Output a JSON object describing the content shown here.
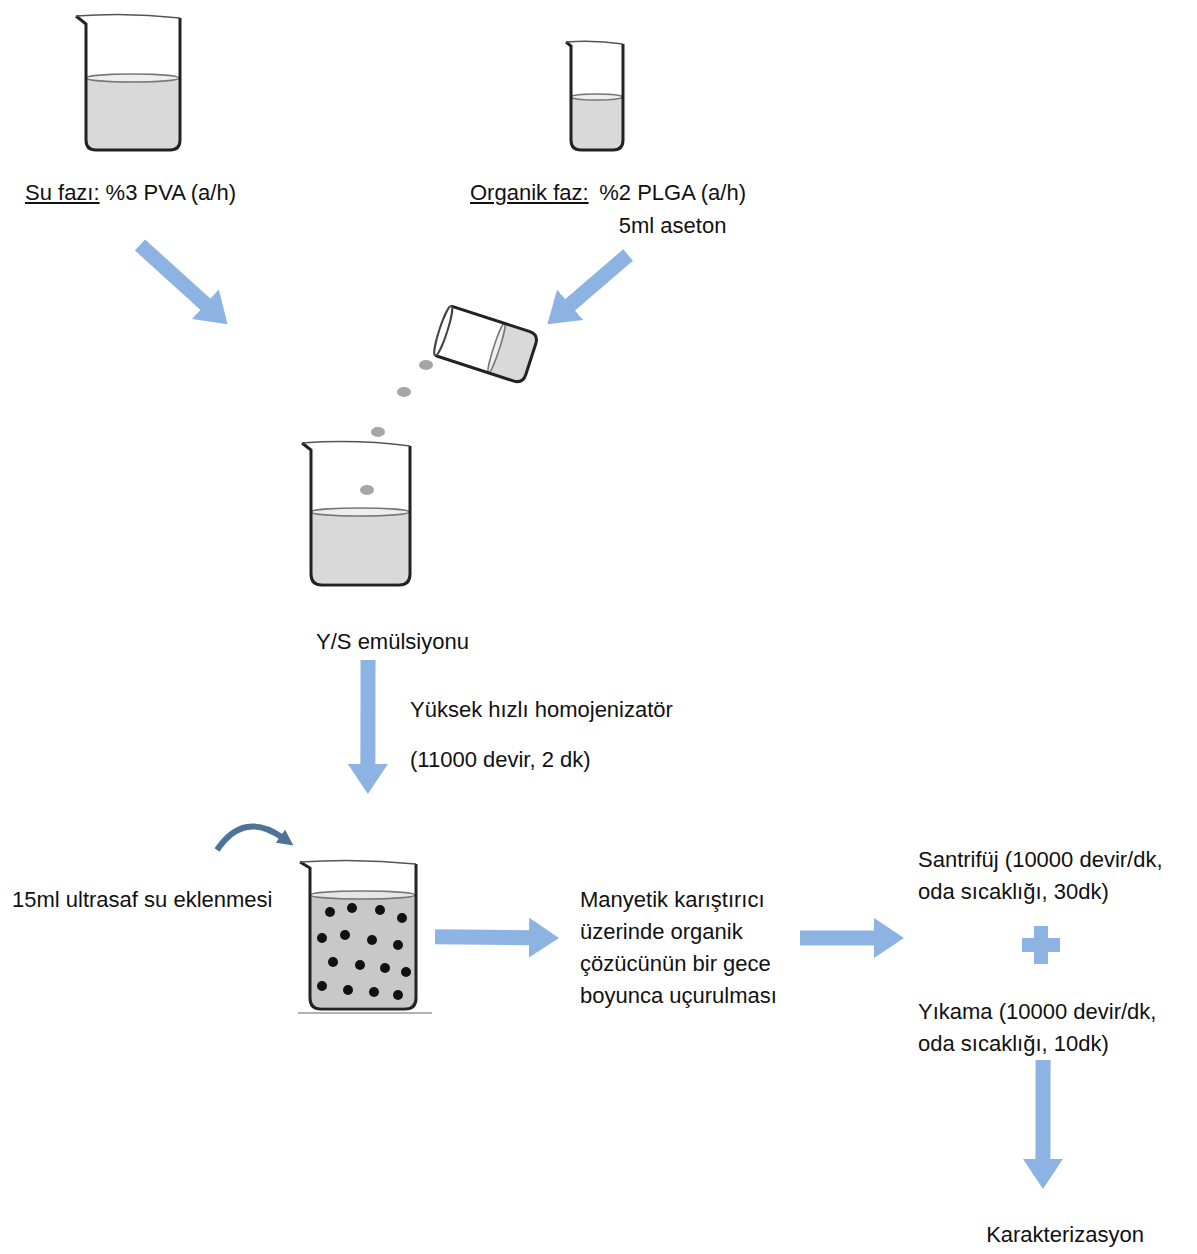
{
  "diagram": {
    "nodes": [
      {
        "text": [
          "Su fazı:",
          "%3 PVA (a/h)"
        ]
      },
      {
        "text": [
          "Organik faz:",
          "%2 PLGA (a/h) 5ml aseton"
        ]
      },
      {
        "text": [
          "Y/S emülsiyonu"
        ]
      },
      {
        "text": [
          "15ml ultrasaf su eklenmesi"
        ]
      },
      {
        "text": [
          "Manyetik karıştırıcı üzerinde organik çözücünün bir gece boyunca uçurulması"
        ]
      },
      {
        "text": [
          "Santrifüj (10000 devir/dk, oda sıcaklığı, 30dk)",
          "Yıkama (10000 devir/dk, oda sıcaklığı, 10dk)"
        ]
      },
      {
        "text": [
          "Karakterizasyon"
        ]
      }
    ],
    "edges": [
      {
        "from": 0,
        "to": 2,
        "arrow": "to"
      },
      {
        "from": 1,
        "to": 2,
        "arrow": "to"
      },
      {
        "from": 2,
        "to": 3,
        "label": "Yüksek hızlı homojenizatör (11000 devir, 2 dk)",
        "arrow": "to"
      },
      {
        "from": 3,
        "to": 4,
        "arrow": "to"
      },
      {
        "from": 4,
        "to": 5,
        "arrow": "to"
      },
      {
        "from": 5,
        "to": 6,
        "arrow": "to"
      }
    ]
  }
}
